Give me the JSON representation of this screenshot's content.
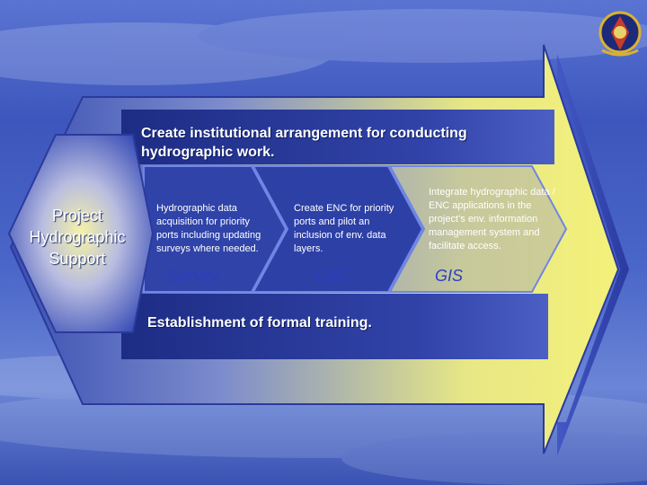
{
  "diagram": {
    "top_banner": "Create institutional arrangement for conducting hydrographic work.",
    "bottom_banner": "Establishment of formal training.",
    "left_hexagon": [
      "Project",
      "Hydrographic",
      "Support"
    ],
    "columns": [
      {
        "text": "Hydrographic data acquisition for priority ports including updating surveys where needed.",
        "label": "Survey"
      },
      {
        "text": "Create ENC for priority ports and pilot an inclusion of env. data layers.",
        "label": "ENC"
      },
      {
        "text": "Integrate hydrographic data / ENC applications in the project’s env. information management system and facilitate access.",
        "label": "GIS"
      }
    ]
  },
  "logo": {
    "name": "emblem-logo"
  },
  "colors": {
    "background": "#3f5bc4",
    "band": "#2a3f9e",
    "arrow_fill": "#f2f07a",
    "label": "#2a3fbf",
    "text": "#ffffff"
  }
}
